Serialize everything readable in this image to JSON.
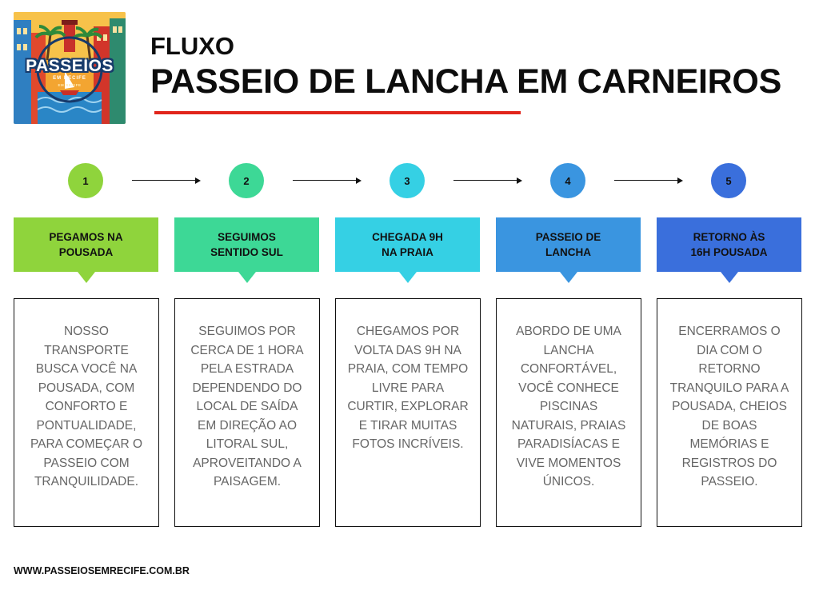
{
  "logo": {
    "main_text": "PASSEIOS",
    "sub_text": "EM RECIFE",
    "small_text": "EM RECIFE"
  },
  "header": {
    "subtitle": "FLUXO",
    "title": "PASSEIO DE LANCHA EM CARNEIROS"
  },
  "colors": {
    "accent_rule": "#e1251b",
    "step1": "#8fd43c",
    "step2": "#3dd896",
    "step3": "#35d0e4",
    "step4": "#3a95e0",
    "step5": "#3a6fdc"
  },
  "steps": [
    {
      "number": "1",
      "label": "PEGAMOS NA\nPOUSADA",
      "description": "NOSSO TRANSPORTE BUSCA VOCÊ NA POUSADA, COM CONFORTO E PONTUALIDADE, PARA COMEÇAR O PASSEIO COM TRANQUILIDADE."
    },
    {
      "number": "2",
      "label": "SEGUIMOS\nSENTIDO SUL",
      "description": "SEGUIMOS POR CERCA DE 1 HORA PELA ESTRADA DEPENDENDO DO LOCAL DE SAÍDA EM DIREÇÃO AO LITORAL SUL, APROVEITANDO A PAISAGEM."
    },
    {
      "number": "3",
      "label": "CHEGADA 9H\nNA PRAIA",
      "description": "CHEGAMOS POR VOLTA DAS 9H NA PRAIA, COM TEMPO LIVRE PARA CURTIR, EXPLORAR E TIRAR MUITAS FOTOS INCRÍVEIS."
    },
    {
      "number": "4",
      "label": "PASSEIO DE\nLANCHA",
      "description": "ABORDO DE UMA LANCHA CONFORTÁVEL, VOCÊ CONHECE PISCINAS NATURAIS, PRAIAS PARADISÍACAS E VIVE MOMENTOS ÚNICOS."
    },
    {
      "number": "5",
      "label": "RETORNO ÀS\n16H POUSADA",
      "description": "ENCERRAMOS O DIA COM O RETORNO TRANQUILO PARA A POUSADA, CHEIOS DE BOAS MEMÓRIAS E REGISTROS DO PASSEIO."
    }
  ],
  "footer": {
    "website": "WWW.PASSEIOSEMRECIFE.COM.BR"
  }
}
